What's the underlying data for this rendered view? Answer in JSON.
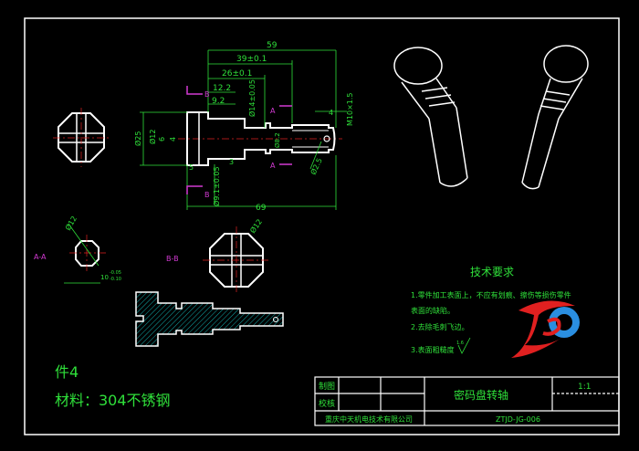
{
  "drawing": {
    "dimensions": {
      "d59": "59",
      "d39": "39±0.1",
      "d26": "26±0.1",
      "d12_2": "12.2",
      "d9_2": "9.2",
      "d14": "Ø14±0.05",
      "d4": "4",
      "m10": "M10×1.5",
      "d25": "Ø25",
      "d12": "Ø12",
      "d6": "6",
      "d4b": "4",
      "d5": "5",
      "d3": "3",
      "d9_1": "Ø9.1±0.05",
      "d69": "69",
      "d2_5": "Ø2.5",
      "d8_2": "Ø8.2"
    },
    "section_marks": {
      "a": "A",
      "b": "B"
    },
    "section_aa": {
      "label": "A-A",
      "dia": "Ø12",
      "width": "10",
      "tol_upper": "-0.05",
      "tol_lower": "-0.10"
    },
    "section_bb": {
      "label": "B-B",
      "dia": "Ø12"
    },
    "part_note": "件4",
    "material": "材料：304不锈钢",
    "tech_req": {
      "title": "技术要求",
      "lines": [
        "1.零件加工表面上，不应有划痕、擦伤等损伤零件",
        "表面的缺陷。",
        "2.去除毛刺飞边。",
        "3.表面粗糙度"
      ],
      "roughness": "1.6"
    },
    "title_block": {
      "drawn": "制图",
      "checked": "校核",
      "part_name": "密码盘转轴",
      "scale": "1:1",
      "company": "重庆中天机电技术有限公司",
      "drawing_no": "ZTJD-JG-006"
    }
  }
}
